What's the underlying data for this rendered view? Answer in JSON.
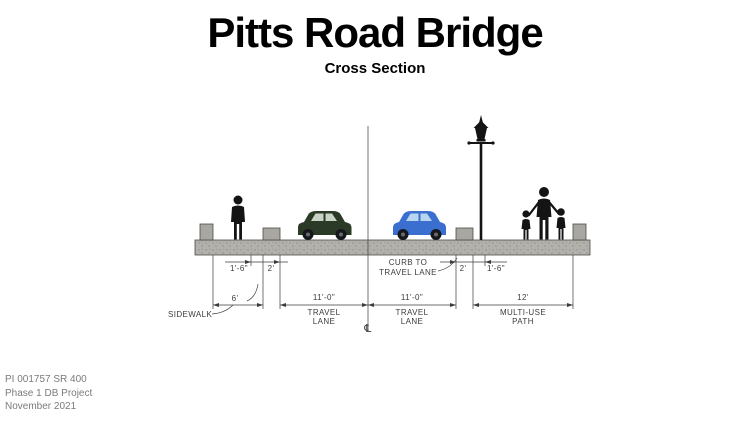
{
  "title": "Pitts Road Bridge",
  "subtitle": "Cross Section",
  "footer": {
    "line1": "PI 001757 SR 400",
    "line2": "Phase 1 DB Project",
    "line3": "November 2021"
  },
  "diagram": {
    "labels": {
      "dim_left_offset": "1'-6\"",
      "dim_left_curb": "2'",
      "curb_to_line1": "CURB TO",
      "curb_to_line2": "TRAVEL LANE",
      "dim_right_curb": "2'",
      "dim_right_offset": "1'-6\"",
      "dim_sidewalk": "6'",
      "sidewalk": "SIDEWALK",
      "dim_lane_left": "11'-0\"",
      "lane_left_line1": "TRAVEL",
      "lane_left_line2": "LANE",
      "dim_lane_right": "11'-0\"",
      "lane_right_line1": "TRAVEL",
      "lane_right_line2": "LANE",
      "centerline_symbol": "℄",
      "dim_path": "12'",
      "path_line1": "MULTI-USE",
      "path_line2": "PATH"
    },
    "colors": {
      "deck": "#b3b1ac",
      "deck_speckle": "#8e8c88",
      "barrier": "#a9a7a2",
      "outline": "#4f4c48",
      "silhouette": "#141414",
      "car1_body": "#2b3a26",
      "car1_window": "#c9d2c4",
      "car2_body": "#3a6fd0",
      "car2_window": "#b9d4ee",
      "dim": "#3c3c3c"
    }
  }
}
